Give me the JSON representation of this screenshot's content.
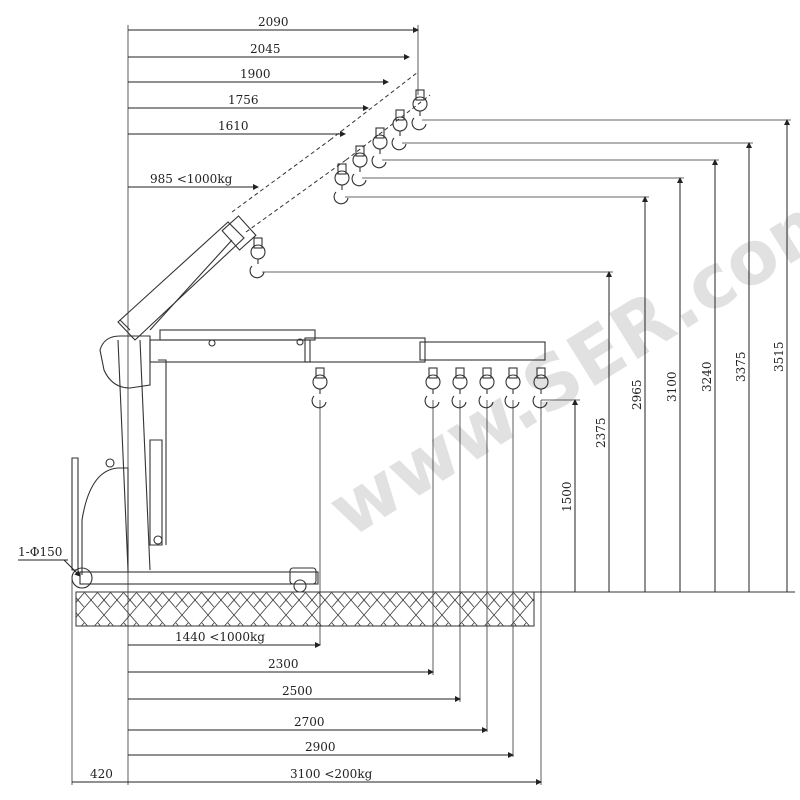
{
  "top_dimensions": {
    "d2090": "2090",
    "d2045": "2045",
    "d1900": "1900",
    "d1756": "1756",
    "d1610": "1610",
    "d985": "985 <1000kg"
  },
  "bottom_dimensions": {
    "d1440": "1440 <1000kg",
    "d2300": "2300",
    "d2500": "2500",
    "d2700": "2700",
    "d2900": "2900",
    "d3100": "3100 <200kg",
    "d420": "420"
  },
  "height_dimensions": {
    "h1500": "1500",
    "h2375": "2375",
    "h2965": "2965",
    "h3100": "3100",
    "h3240": "3240",
    "h3375": "3375",
    "h3515": "3515"
  },
  "wheel_label": "1-Φ150",
  "watermark": "www.SER.com.cn"
}
